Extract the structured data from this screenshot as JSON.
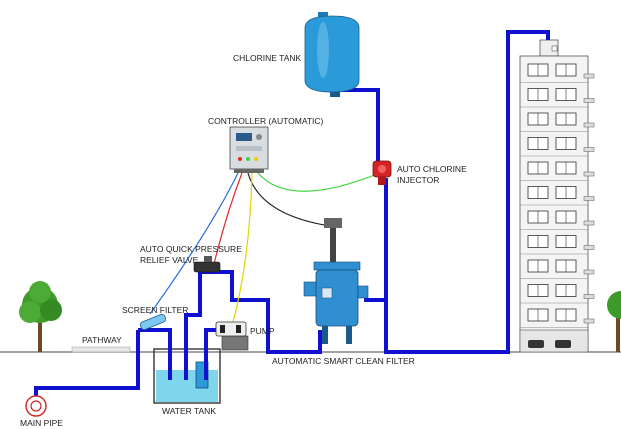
{
  "labels": {
    "chlorine_tank": "CHLORINE TANK",
    "controller": "CONTROLLER (AUTOMATIC)",
    "auto_chlorine_injector_line1": "AUTO CHLORINE",
    "auto_chlorine_injector_line2": "INJECTOR",
    "relief_valve_line1": "AUTO QUICK PRESSURE",
    "relief_valve_line2": "RELIEF VALVE",
    "screen_filter": "SCREEN FILTER",
    "pump": "PUMP",
    "pathway": "PATHWAY",
    "smart_clean_filter": "AUTOMATIC SMART CLEAN FILTER",
    "water_tank": "WATER TANK",
    "main_pipe": "MAIN PIPE"
  },
  "colors": {
    "pipe": "#1010d0",
    "tank_blue": "#2a9ad8",
    "filter_blue": "#2f8fd0",
    "water": "#7fd6ec",
    "injector_red": "#d42424",
    "wire_green": "#3ed43e",
    "wire_yellow": "#e8d200",
    "wire_red": "#e02a2a",
    "wire_blue": "#2a6ad8",
    "wire_black": "#222222",
    "tree_green": "#3f9a2c",
    "building": "#f4f4f4"
  },
  "icons": {
    "chlorine_tank": "tank-icon",
    "controller": "control-panel-icon",
    "injector": "injector-icon",
    "pump": "pump-icon",
    "filter": "filter-icon",
    "building": "building-icon",
    "tree": "tree-icon",
    "main_pipe": "pipe-inlet-icon"
  }
}
